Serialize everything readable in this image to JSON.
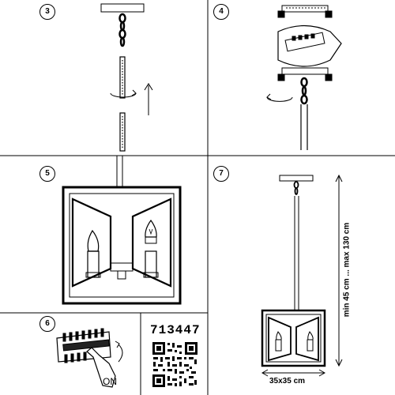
{
  "steps": [
    {
      "number": "3"
    },
    {
      "number": "4"
    },
    {
      "number": "5"
    },
    {
      "number": "7"
    },
    {
      "number": "6"
    }
  ],
  "product_code": "713447",
  "switch_label": "ON",
  "height_label": "min 45 cm ... max 130 cm",
  "size_label": "35x35 cm",
  "icons": {
    "rotate": "rotate-arrow-icon",
    "up_arrow": "up-arrow-icon",
    "qr": "qr-code-icon",
    "hand": "hand-pointer-icon"
  }
}
